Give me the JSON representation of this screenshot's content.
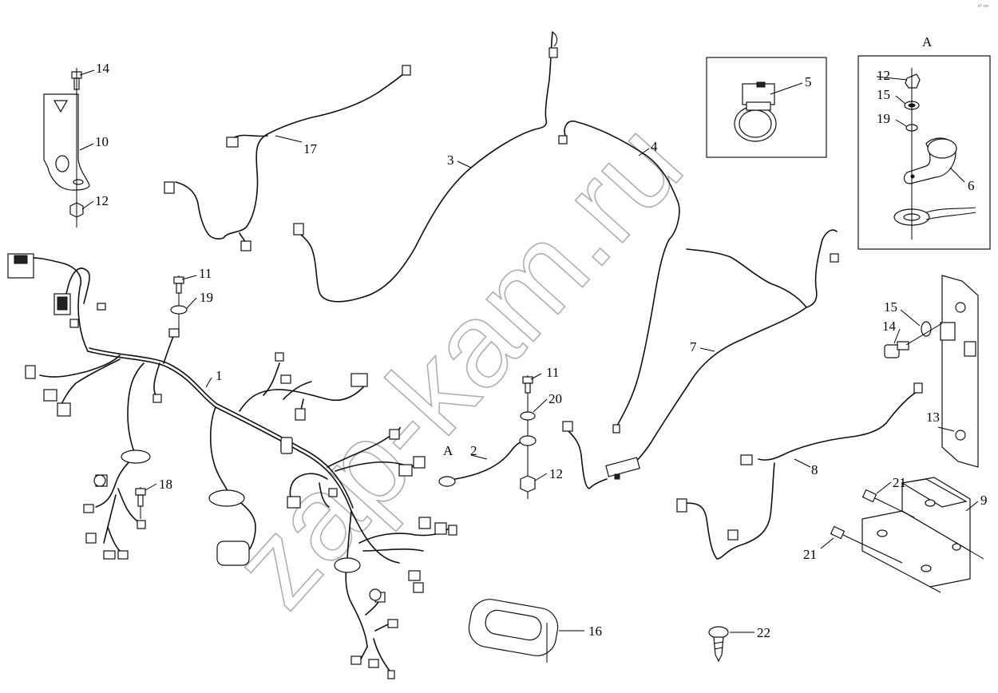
{
  "corner_text": "ᵃᵀ ᵒᵒᵒ",
  "watermark": "zap-kam.ru",
  "detail_label": "A",
  "inline_label": "A",
  "callouts": {
    "c1": "1",
    "c2": "2",
    "c3": "3",
    "c4": "4",
    "c5": "5",
    "c6": "6",
    "c7": "7",
    "c8": "8",
    "c9": "9",
    "c10": "10",
    "c11a": "11",
    "c11b": "11",
    "c12a": "12",
    "c12b": "12",
    "c12c": "12",
    "c13": "13",
    "c14a": "14",
    "c14b": "14",
    "c15a": "15",
    "c15b": "15",
    "c16": "16",
    "c17": "17",
    "c18": "18",
    "c19a": "19",
    "c19b": "19",
    "c20": "20",
    "c21a": "21",
    "c21b": "21",
    "c22": "22"
  }
}
